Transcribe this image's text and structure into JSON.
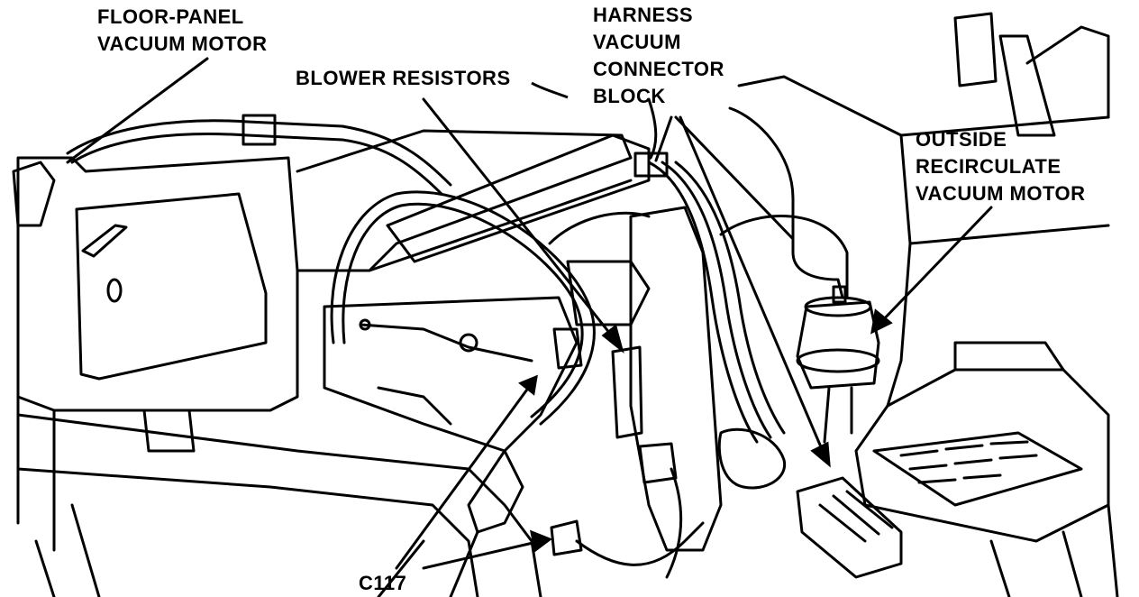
{
  "diagram": {
    "labels": {
      "floor_panel": [
        "FLOOR-PANEL",
        "VACUUM MOTOR"
      ],
      "blower_resistors": "BLOWER RESISTORS",
      "harness_connector": [
        "HARNESS",
        "VACUUM",
        "CONNECTOR",
        "BLOCK"
      ],
      "outside_recirc": [
        "OUTSIDE",
        "RECIRCULATE",
        "VACUUM MOTOR"
      ],
      "c117": "C117"
    },
    "colors": {
      "ink": "#000000",
      "paper": "#ffffff"
    }
  }
}
